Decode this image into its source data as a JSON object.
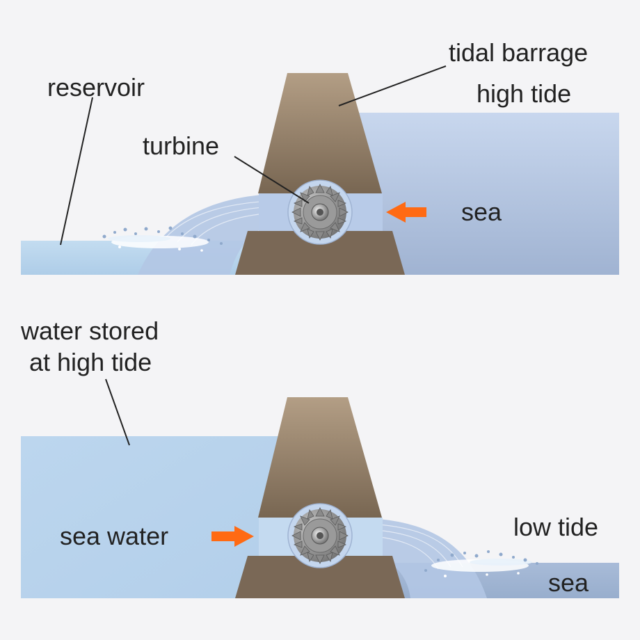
{
  "top_panel": {
    "reservoir_label": "reservoir",
    "barrage_label": "tidal barrage",
    "tide_label": "high tide",
    "turbine_label": "turbine",
    "sea_label": "sea"
  },
  "bottom_panel": {
    "stored_label_line1": "water stored",
    "stored_label_line2": "at high tide",
    "sea_water_label": "sea water",
    "tide_label": "low tide",
    "sea_label": "sea"
  },
  "colors": {
    "background": "#f4f4f6",
    "sea_deep": "#a3b6d4",
    "sea_light": "#c7d6ee",
    "reservoir_water": "#b9d6ee",
    "barrage_top": "#b29d84",
    "barrage_bottom": "#7a6856",
    "flow_arrow": "#ff6a13",
    "turbine_gray": "#8c8c8c"
  }
}
